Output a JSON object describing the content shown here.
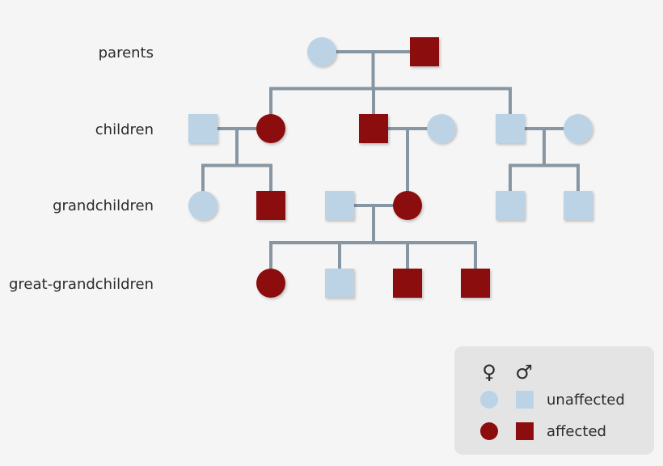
{
  "colors": {
    "unaffected": "#bcd3e6",
    "affected": "#8c0d0d",
    "line": "#8796a3",
    "legend_bg": "#e4e4e4"
  },
  "generations": [
    {
      "id": "parents",
      "label": "parents"
    },
    {
      "id": "children",
      "label": "children"
    },
    {
      "id": "grandchildren",
      "label": "grandchildren"
    },
    {
      "id": "great-grandchildren",
      "label": "great-grandchildren"
    }
  ],
  "individuals": [
    {
      "id": "p1",
      "generation": "parents",
      "sex": "female",
      "status": "unaffected"
    },
    {
      "id": "p2",
      "generation": "parents",
      "sex": "male",
      "status": "affected"
    },
    {
      "id": "c1",
      "generation": "children",
      "sex": "male",
      "status": "unaffected"
    },
    {
      "id": "c2",
      "generation": "children",
      "sex": "female",
      "status": "affected"
    },
    {
      "id": "c3",
      "generation": "children",
      "sex": "male",
      "status": "affected"
    },
    {
      "id": "c4",
      "generation": "children",
      "sex": "female",
      "status": "unaffected"
    },
    {
      "id": "c5",
      "generation": "children",
      "sex": "male",
      "status": "unaffected"
    },
    {
      "id": "c6",
      "generation": "children",
      "sex": "female",
      "status": "unaffected"
    },
    {
      "id": "g1",
      "generation": "grandchildren",
      "sex": "female",
      "status": "unaffected"
    },
    {
      "id": "g2",
      "generation": "grandchildren",
      "sex": "male",
      "status": "affected"
    },
    {
      "id": "g3",
      "generation": "grandchildren",
      "sex": "male",
      "status": "unaffected"
    },
    {
      "id": "g4",
      "generation": "grandchildren",
      "sex": "female",
      "status": "affected"
    },
    {
      "id": "g5",
      "generation": "grandchildren",
      "sex": "male",
      "status": "unaffected"
    },
    {
      "id": "g6",
      "generation": "grandchildren",
      "sex": "male",
      "status": "unaffected"
    },
    {
      "id": "gg1",
      "generation": "great-grandchildren",
      "sex": "female",
      "status": "affected"
    },
    {
      "id": "gg2",
      "generation": "great-grandchildren",
      "sex": "male",
      "status": "unaffected"
    },
    {
      "id": "gg3",
      "generation": "great-grandchildren",
      "sex": "male",
      "status": "affected"
    },
    {
      "id": "gg4",
      "generation": "great-grandchildren",
      "sex": "male",
      "status": "affected"
    }
  ],
  "couples": [
    {
      "partners": [
        "p1",
        "p2"
      ],
      "children": [
        "c2",
        "c3",
        "c5"
      ]
    },
    {
      "partners": [
        "c1",
        "c2"
      ],
      "children": [
        "g1",
        "g2"
      ]
    },
    {
      "partners": [
        "c3",
        "c4"
      ],
      "children": [
        "g4"
      ]
    },
    {
      "partners": [
        "c5",
        "c6"
      ],
      "children": [
        "g5",
        "g6"
      ]
    },
    {
      "partners": [
        "g3",
        "g4"
      ],
      "children": [
        "gg1",
        "gg2",
        "gg3",
        "gg4"
      ]
    }
  ],
  "legend": {
    "female_symbol": "♀",
    "male_symbol": "♂",
    "unaffected_label": "unaffected",
    "affected_label": "affected"
  }
}
